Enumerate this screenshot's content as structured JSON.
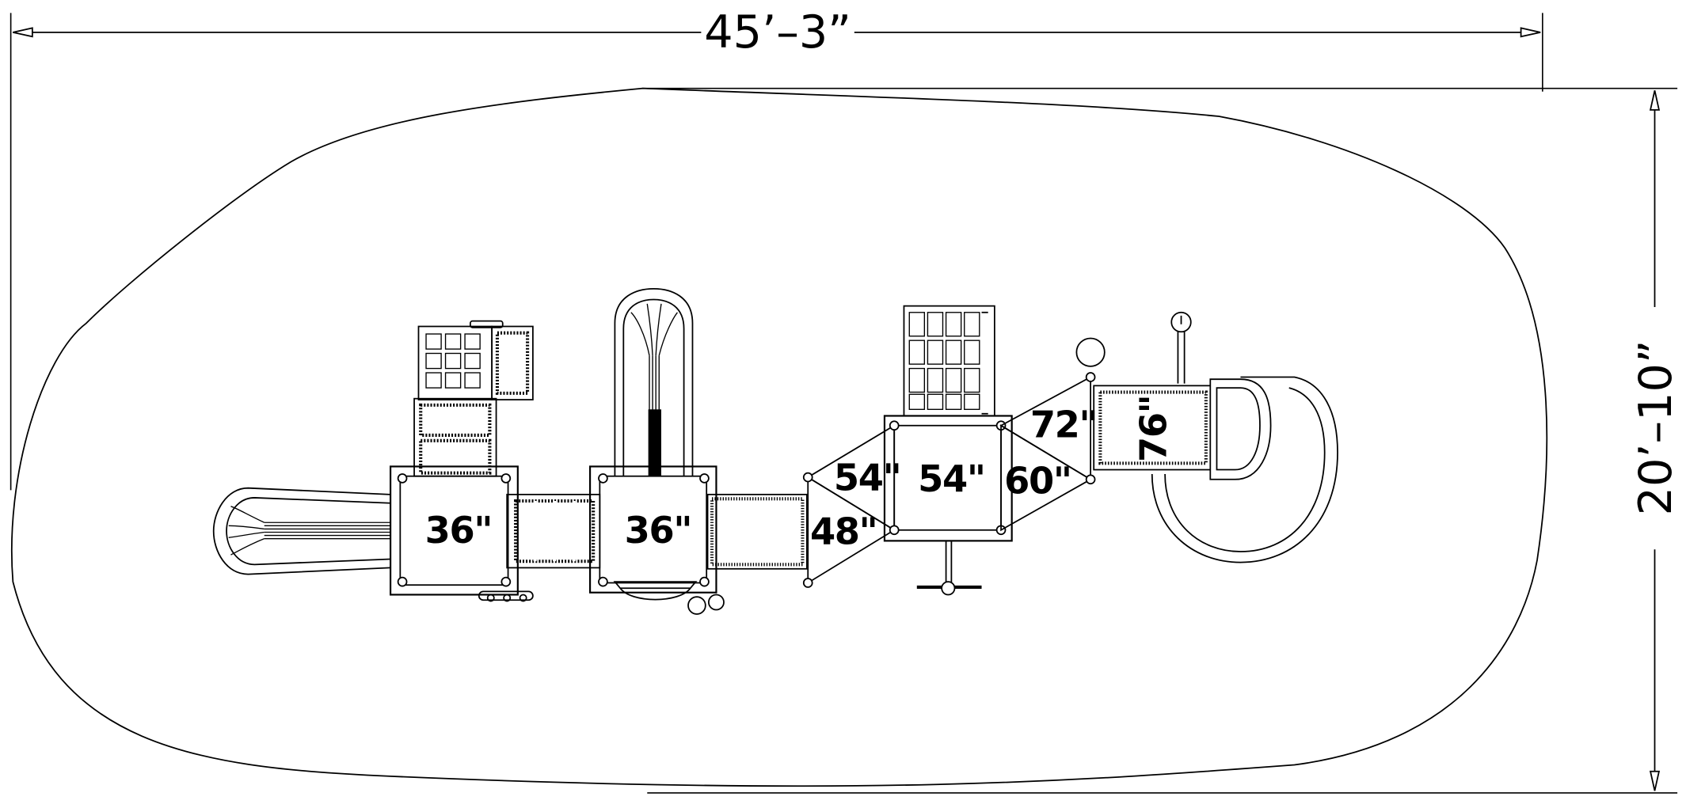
{
  "dimensions": {
    "width": "45’–3”",
    "height": "20’–10”"
  },
  "decks": {
    "deck_a": "36\"",
    "deck_b": "36\"",
    "deck_c": "54\""
  },
  "transitions": {
    "left_upper": "54\"",
    "left_lower": "48\"",
    "right_lower": "60\"",
    "right_upper": "72\"",
    "slide_top": "76\""
  }
}
